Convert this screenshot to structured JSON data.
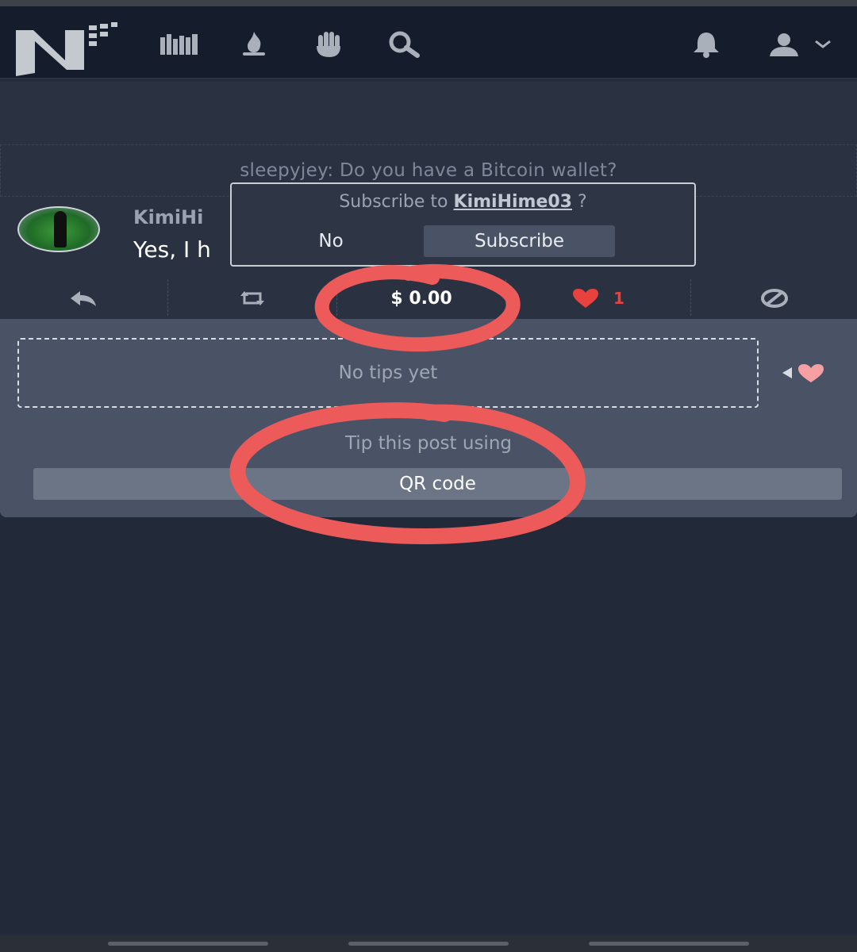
{
  "nav": {
    "icons": [
      "logo-icon",
      "library-icon",
      "campfire-icon",
      "hand-icon",
      "search-icon",
      "bell-icon",
      "user-icon",
      "chevron-down-icon"
    ]
  },
  "parent_quote": {
    "text": "sleepyjey: Do you have a Bitcoin wallet?"
  },
  "post": {
    "author": "KimiHi",
    "text": "Yes, I h"
  },
  "subscribe": {
    "prefix": "Subscribe to ",
    "username": "KimiHime03",
    "suffix": " ?",
    "no_label": "No",
    "subscribe_label": "Subscribe"
  },
  "actions": {
    "tip_amount": "$ 0.00",
    "like_count": "1"
  },
  "tips": {
    "empty_text": "No tips yet",
    "tip_using_label": "Tip this post using",
    "qr_button_label": "QR code"
  },
  "colors": {
    "header_bg": "#151c2b",
    "page_bg": "#222a3a",
    "card_bg": "#2a3242",
    "panel_bg": "#4a5365",
    "like_red": "#e8413e",
    "annotation_red": "#ec5a5a"
  }
}
